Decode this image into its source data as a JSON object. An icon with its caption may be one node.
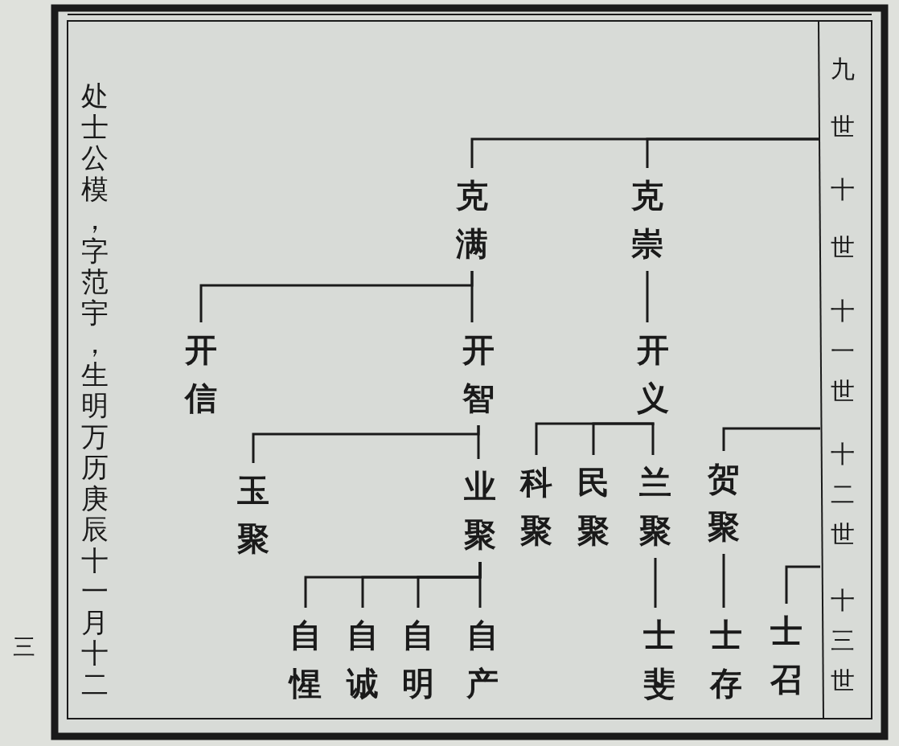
{
  "diagram": {
    "nodes": [
      {
        "text": [
          "克满"
        ]
      },
      {
        "text": [
          "克崇"
        ]
      },
      {
        "text": [
          "开信"
        ]
      },
      {
        "text": [
          "开智"
        ]
      },
      {
        "text": [
          "开义"
        ]
      },
      {
        "text": [
          "玉聚"
        ]
      },
      {
        "text": [
          "业聚"
        ]
      },
      {
        "text": [
          "科聚"
        ]
      },
      {
        "text": [
          "民聚"
        ]
      },
      {
        "text": [
          "兰聚"
        ]
      },
      {
        "text": [
          "贺聚"
        ]
      },
      {
        "text": [
          "自惺"
        ]
      },
      {
        "text": [
          "自诚"
        ]
      },
      {
        "text": [
          "自明"
        ]
      },
      {
        "text": [
          "自产"
        ]
      },
      {
        "text": [
          "士斐"
        ]
      },
      {
        "text": [
          "士存"
        ]
      },
      {
        "text": [
          "士召"
        ]
      }
    ],
    "edges": [
      {
        "from": null,
        "to": 0,
        "arrow": "none"
      },
      {
        "from": null,
        "to": 1,
        "arrow": "none"
      },
      {
        "from": 0,
        "to": 2,
        "arrow": "none"
      },
      {
        "from": 0,
        "to": 3,
        "arrow": "none"
      },
      {
        "from": 1,
        "to": 4,
        "arrow": "none"
      },
      {
        "from": 3,
        "to": 5,
        "arrow": "none"
      },
      {
        "from": 3,
        "to": 6,
        "arrow": "none"
      },
      {
        "from": 4,
        "to": 7,
        "arrow": "none"
      },
      {
        "from": 4,
        "to": 8,
        "arrow": "none"
      },
      {
        "from": 4,
        "to": 9,
        "arrow": "none"
      },
      {
        "from": null,
        "to": 10,
        "arrow": "none"
      },
      {
        "from": 6,
        "to": 11,
        "arrow": "none"
      },
      {
        "from": 6,
        "to": 12,
        "arrow": "none"
      },
      {
        "from": 6,
        "to": 13,
        "arrow": "none"
      },
      {
        "from": 6,
        "to": 14,
        "arrow": "none"
      },
      {
        "from": 9,
        "to": 15,
        "arrow": "none"
      },
      {
        "from": 10,
        "to": 16,
        "arrow": "none"
      },
      {
        "from": null,
        "to": 17,
        "arrow": "none"
      }
    ],
    "labels": [
      "九世",
      "十世",
      "十一世",
      "十二世",
      "十三世",
      "处士公模，字范宇，生明万历庚辰十一月十二",
      "三"
    ]
  }
}
